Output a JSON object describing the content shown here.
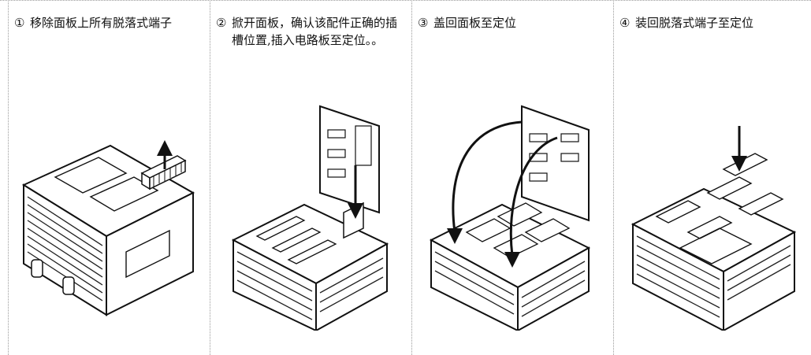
{
  "steps": [
    {
      "number": "①",
      "text": "移除面板上所有脱落式端子"
    },
    {
      "number": "②",
      "text": "掀开面板，确认该配件正确的插槽位置,插入电路板至定位。。"
    },
    {
      "number": "③",
      "text": "盖回面板至定位"
    },
    {
      "number": "④",
      "text": "装回脱落式端子至定位"
    }
  ]
}
